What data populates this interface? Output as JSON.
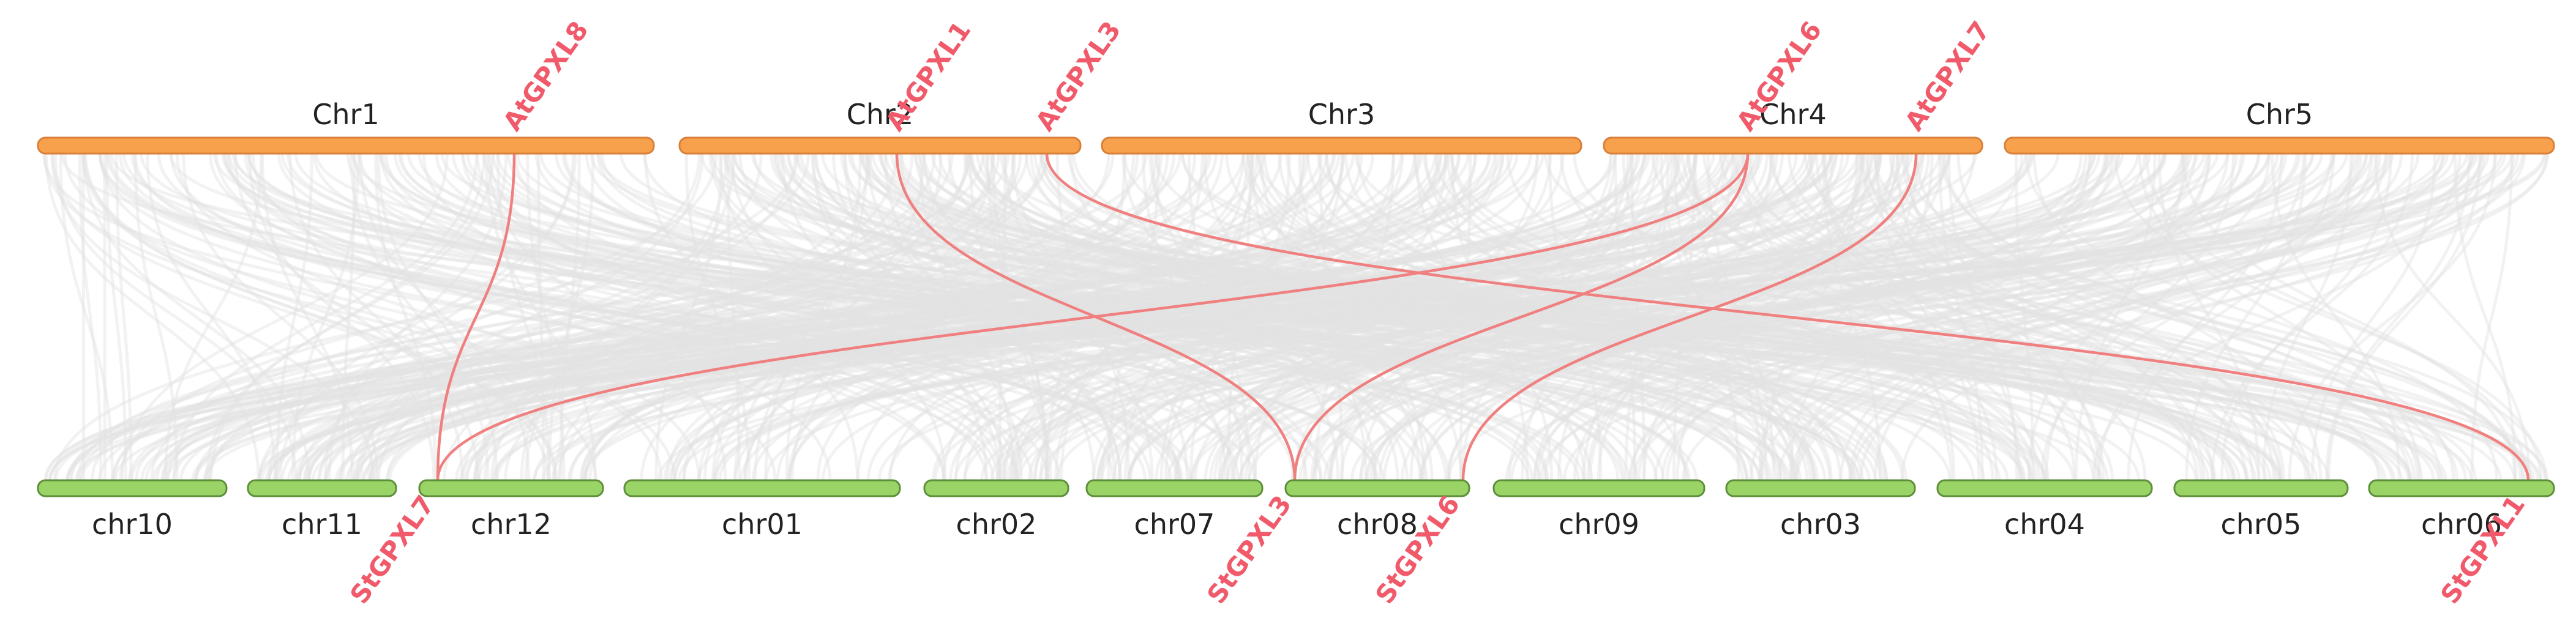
{
  "colors": {
    "top_chromosome": "#f7a14d",
    "top_chromosome_border": "#d9803a",
    "bottom_chromosome": "#9ad466",
    "bottom_chromosome_border": "#5e8f3a",
    "background_link": "#e2e2e2",
    "highlight_link": "#f08080",
    "gene_label": "#f05a6a"
  },
  "top_genome": {
    "chromosomes": [
      "Chr1",
      "Chr2",
      "Chr3",
      "Chr4",
      "Chr5"
    ]
  },
  "bottom_genome": {
    "chromosomes": [
      "chr10",
      "chr11",
      "chr12",
      "chr01",
      "chr02",
      "chr07",
      "chr08",
      "chr09",
      "chr03",
      "chr04",
      "chr05",
      "chr06"
    ]
  },
  "top_genes": [
    {
      "name": "AtGPXL8",
      "chromosome": "Chr1"
    },
    {
      "name": "AtGPXL1",
      "chromosome": "Chr2"
    },
    {
      "name": "AtGPXL3",
      "chromosome": "Chr2"
    },
    {
      "name": "AtGPXL6",
      "chromosome": "Chr4"
    },
    {
      "name": "AtGPXL7",
      "chromosome": "Chr4"
    }
  ],
  "bottom_genes": [
    {
      "name": "StGPXL7",
      "chromosome": "chr12"
    },
    {
      "name": "StGPXL3",
      "chromosome": "chr08"
    },
    {
      "name": "StGPXL6",
      "chromosome": "chr08"
    },
    {
      "name": "StGPXL1",
      "chromosome": "chr06"
    }
  ],
  "syntenic_pairs": [
    {
      "top": "AtGPXL8",
      "bottom": "StGPXL7"
    },
    {
      "top": "AtGPXL1",
      "bottom": "StGPXL3"
    },
    {
      "top": "AtGPXL3",
      "bottom": "StGPXL1"
    },
    {
      "top": "AtGPXL6",
      "bottom": "StGPXL7"
    },
    {
      "top": "AtGPXL6",
      "bottom": "StGPXL3"
    },
    {
      "top": "AtGPXL7",
      "bottom": "StGPXL6"
    }
  ]
}
